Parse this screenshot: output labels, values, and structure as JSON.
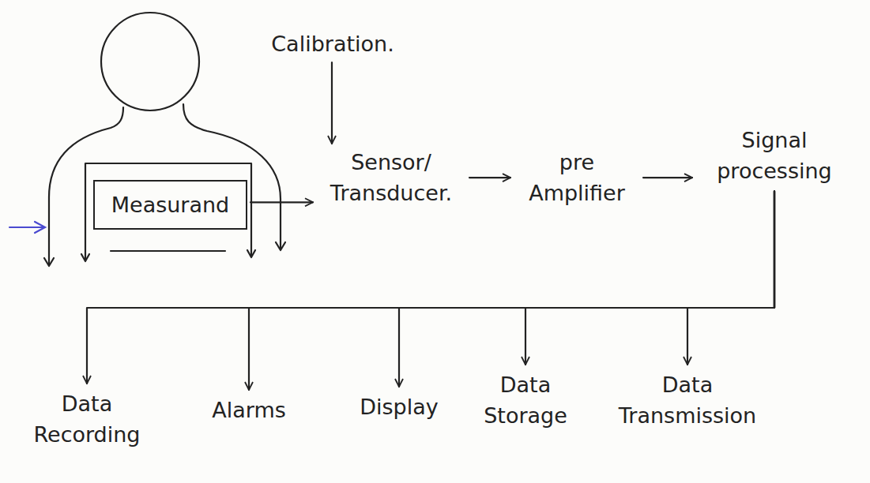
{
  "diagram": {
    "nodes": [
      {
        "text": [
          "Calibration."
        ]
      },
      {
        "text": [
          "Measurand"
        ]
      },
      {
        "text": [
          "Sensor/ Transducer."
        ]
      },
      {
        "text": [
          "pre Amplifier"
        ]
      },
      {
        "text": [
          "Signal processing"
        ]
      },
      {
        "text": [
          "Data Recording"
        ]
      },
      {
        "text": [
          "Alarms"
        ]
      },
      {
        "text": [
          "Display"
        ]
      },
      {
        "text": [
          "Data Storage"
        ]
      },
      {
        "text": [
          "Data Transmission"
        ]
      }
    ],
    "edges": [
      {
        "from": 0,
        "to": 2,
        "arrow": "to"
      },
      {
        "from": 1,
        "to": 2,
        "arrow": "to"
      },
      {
        "from": 2,
        "to": 3,
        "arrow": "to"
      },
      {
        "from": 3,
        "to": 4,
        "arrow": "to"
      },
      {
        "from": 4,
        "to": 5,
        "arrow": "to"
      },
      {
        "from": 4,
        "to": 6,
        "arrow": "to"
      },
      {
        "from": 4,
        "to": 7,
        "arrow": "to"
      },
      {
        "from": 4,
        "to": 8,
        "arrow": "to"
      },
      {
        "from": 4,
        "to": 9,
        "arrow": "to"
      }
    ]
  }
}
